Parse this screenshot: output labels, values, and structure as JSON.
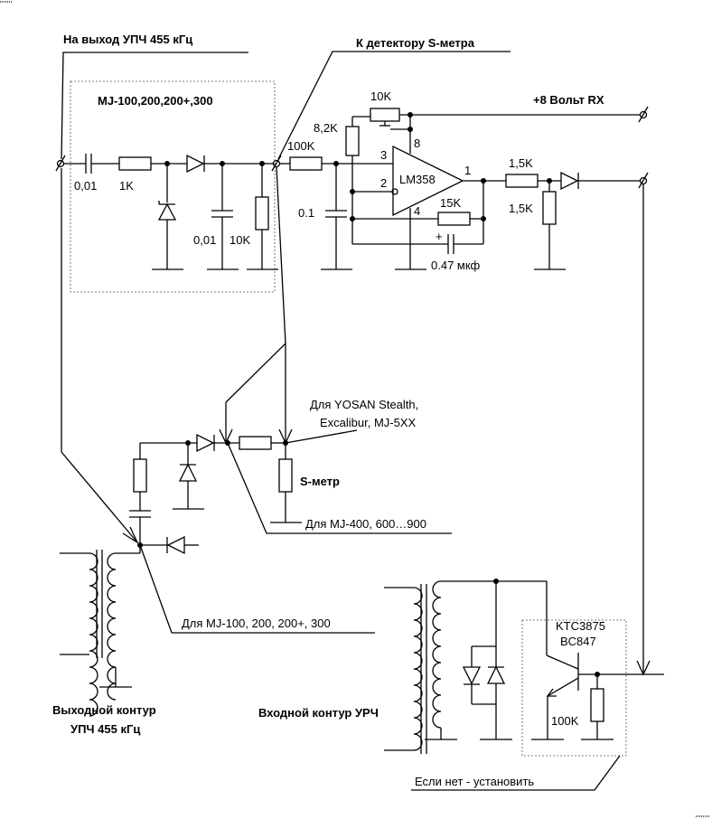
{
  "labels": {
    "upch_out": "На выход УПЧ 455 кГц",
    "s_detector": "К детектору S-метра",
    "mj_module": "MJ-100,200,200+,300",
    "supply": "+8 Вольт RX",
    "for_yosan_1": "Для YOSAN Stealth,",
    "for_yosan_2": "Excalibur, MJ-5XX",
    "s_meter": "S-метр",
    "for_mj400": "Для MJ-400, 600…900",
    "for_mj100": "Для MJ-100, 200, 200+, 300",
    "out_contour_1": "Выходной контур",
    "out_contour_2": "УПЧ 455 кГц",
    "in_contour": "Входной контур УРЧ",
    "install_if_missing": "Если нет - установить"
  },
  "components": {
    "c_in": "0,01",
    "r_in": "1K",
    "c_det": "0,01",
    "r_det": "10K",
    "r_series": "100K",
    "c_filt": "0.1",
    "trim": "10K",
    "r_div": "8,2K",
    "opamp": "LM358",
    "r_fb": "15K",
    "c_fb": "0.47 мкф",
    "r_out": "1,5K",
    "r_out2": "1,5K",
    "transistor_1": "KTC3875",
    "transistor_2": "BC847",
    "r_base": "100K"
  },
  "pins": {
    "p3": "3",
    "p2": "2",
    "p8": "8",
    "p4": "4",
    "p1": "1"
  }
}
